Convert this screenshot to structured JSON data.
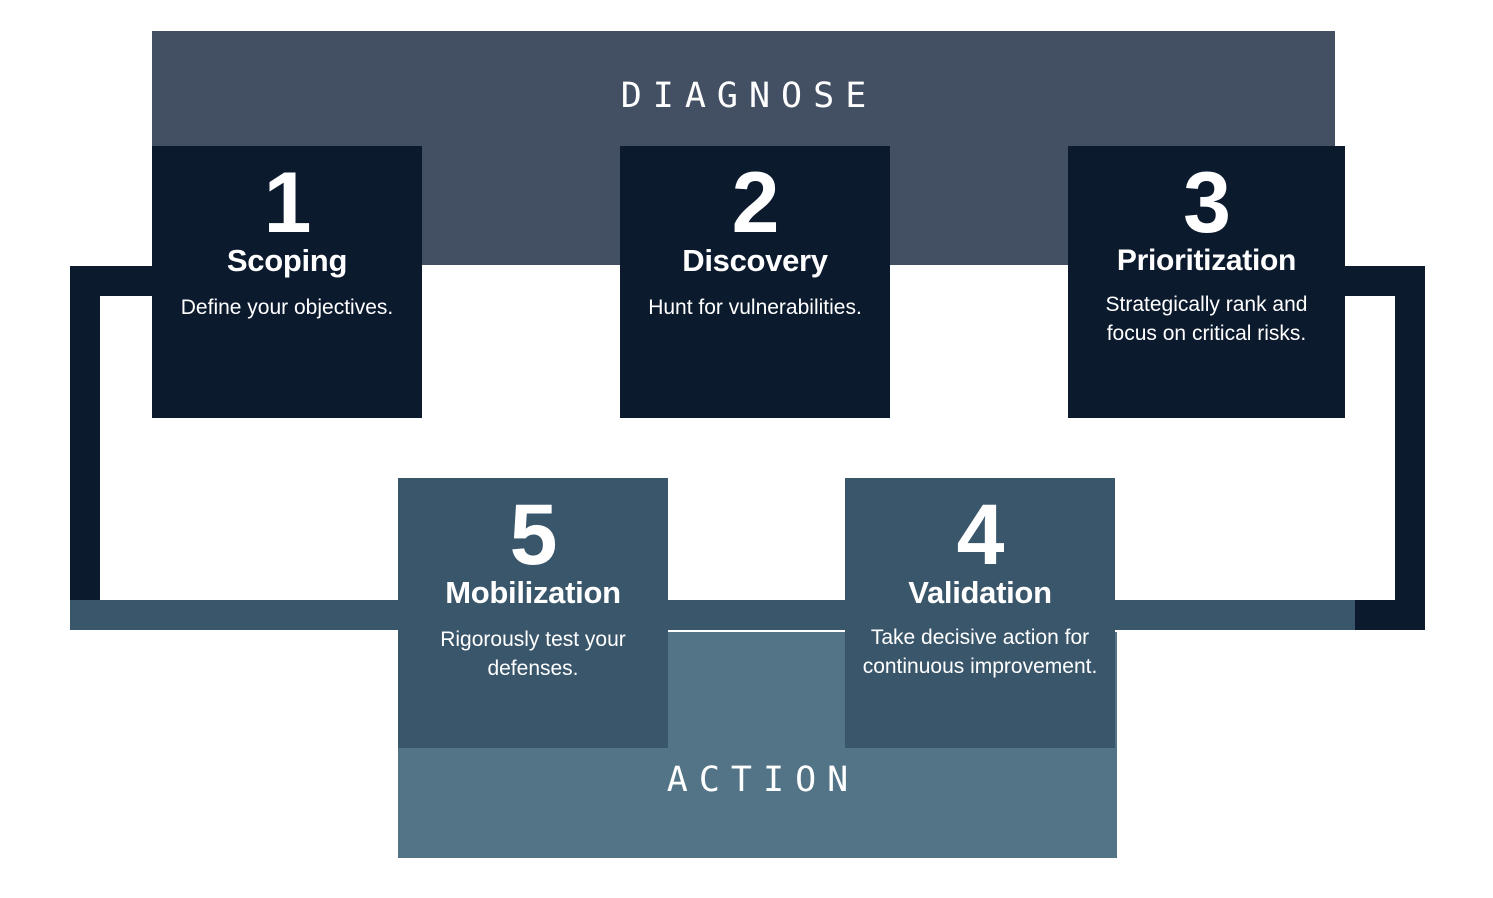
{
  "diagram": {
    "type": "process-cycle",
    "phases": [
      {
        "id": "diagnose",
        "label": "DIAGNOSE",
        "color": "#434F63",
        "position": "top"
      },
      {
        "id": "action",
        "label": "ACTION",
        "color": "#527486",
        "position": "bottom"
      }
    ],
    "steps": [
      {
        "number": "1",
        "title": "Scoping",
        "description": "Define your objectives.",
        "phase": "diagnose",
        "color": "#0C1A2E"
      },
      {
        "number": "2",
        "title": "Discovery",
        "description": "Hunt for vulnerabilities.",
        "phase": "diagnose",
        "color": "#0C1A2E"
      },
      {
        "number": "3",
        "title": "Prioritization",
        "description": "Strategically rank and focus on critical risks.",
        "phase": "diagnose",
        "color": "#0C1A2E"
      },
      {
        "number": "4",
        "title": "Validation",
        "description": "Take decisive action for continuous improvement.",
        "phase": "action",
        "color": "#3A566B"
      },
      {
        "number": "5",
        "title": "Mobilization",
        "description": "Rigorously test your defenses.",
        "phase": "action",
        "color": "#3A566B"
      }
    ],
    "colors": {
      "background": "#FFFFFF",
      "frame": "#0C1A2E",
      "card_dark": "#0C1A2E",
      "card_slate": "#3A566B",
      "band_diagnose": "#434F63",
      "band_action": "#527486",
      "text": "#FFFFFF"
    }
  }
}
